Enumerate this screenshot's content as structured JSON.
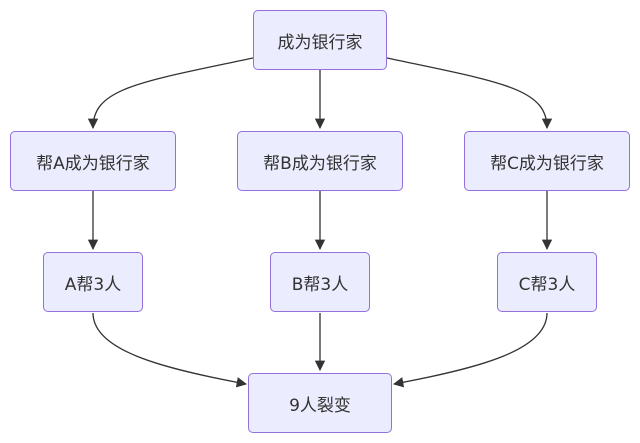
{
  "diagram": {
    "nodes": {
      "root": "成为银行家",
      "help_a": "帮A成为银行家",
      "help_b": "帮B成为银行家",
      "help_c": "帮C成为银行家",
      "a_helps": "A帮3人",
      "b_helps": "B帮3人",
      "c_helps": "C帮3人",
      "result": "9人裂变"
    },
    "edges": [
      [
        "root",
        "help_a"
      ],
      [
        "root",
        "help_b"
      ],
      [
        "root",
        "help_c"
      ],
      [
        "help_a",
        "a_helps"
      ],
      [
        "help_b",
        "b_helps"
      ],
      [
        "help_c",
        "c_helps"
      ],
      [
        "a_helps",
        "result"
      ],
      [
        "b_helps",
        "result"
      ],
      [
        "c_helps",
        "result"
      ]
    ],
    "colors": {
      "node_fill": "#ececff",
      "node_border": "#9370db",
      "edge": "#333333"
    }
  }
}
